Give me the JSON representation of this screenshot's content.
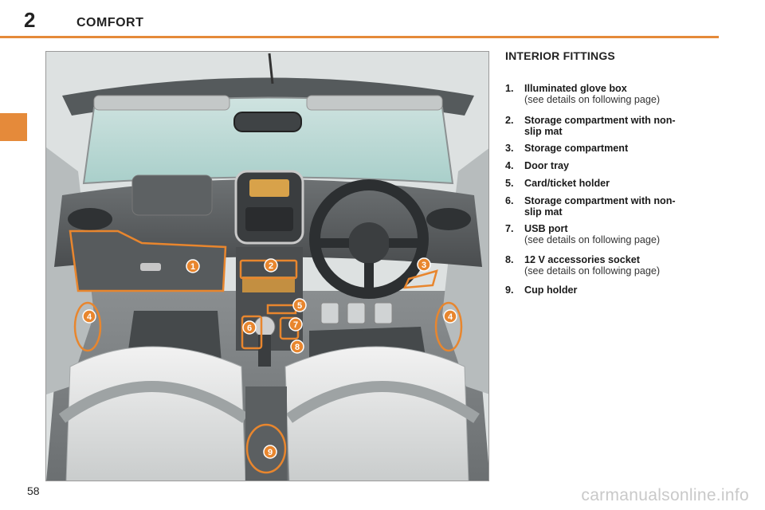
{
  "header": {
    "chapter_number": "2",
    "chapter_title": "COMFORT"
  },
  "section": {
    "title": "INTERIOR FITTINGS"
  },
  "items": [
    {
      "num": "1.",
      "label": "Illuminated glove box",
      "detail": "(see details on following page)"
    },
    {
      "num": "2.",
      "label": "Storage compartment with non-slip mat",
      "detail": ""
    },
    {
      "num": "3.",
      "label": "Storage compartment",
      "detail": ""
    },
    {
      "num": "4.",
      "label": "Door tray",
      "detail": ""
    },
    {
      "num": "5.",
      "label": "Card/ticket holder",
      "detail": ""
    },
    {
      "num": "6.",
      "label": "Storage compartment with non-slip mat",
      "detail": ""
    },
    {
      "num": "7.",
      "label": "USB port",
      "detail": "(see details on following page)"
    },
    {
      "num": "8.",
      "label": "12 V accessories socket",
      "detail": "(see details on following page)"
    },
    {
      "num": "9.",
      "label": "Cup holder",
      "detail": ""
    }
  ],
  "callouts": [
    "1",
    "2",
    "3",
    "4",
    "4",
    "5",
    "6",
    "7",
    "8",
    "9"
  ],
  "colors": {
    "accent": "#e58a3a",
    "callout_fill": "#e8862e"
  },
  "footer": {
    "page_number": "58",
    "watermark": "carmanualsonline.info"
  }
}
